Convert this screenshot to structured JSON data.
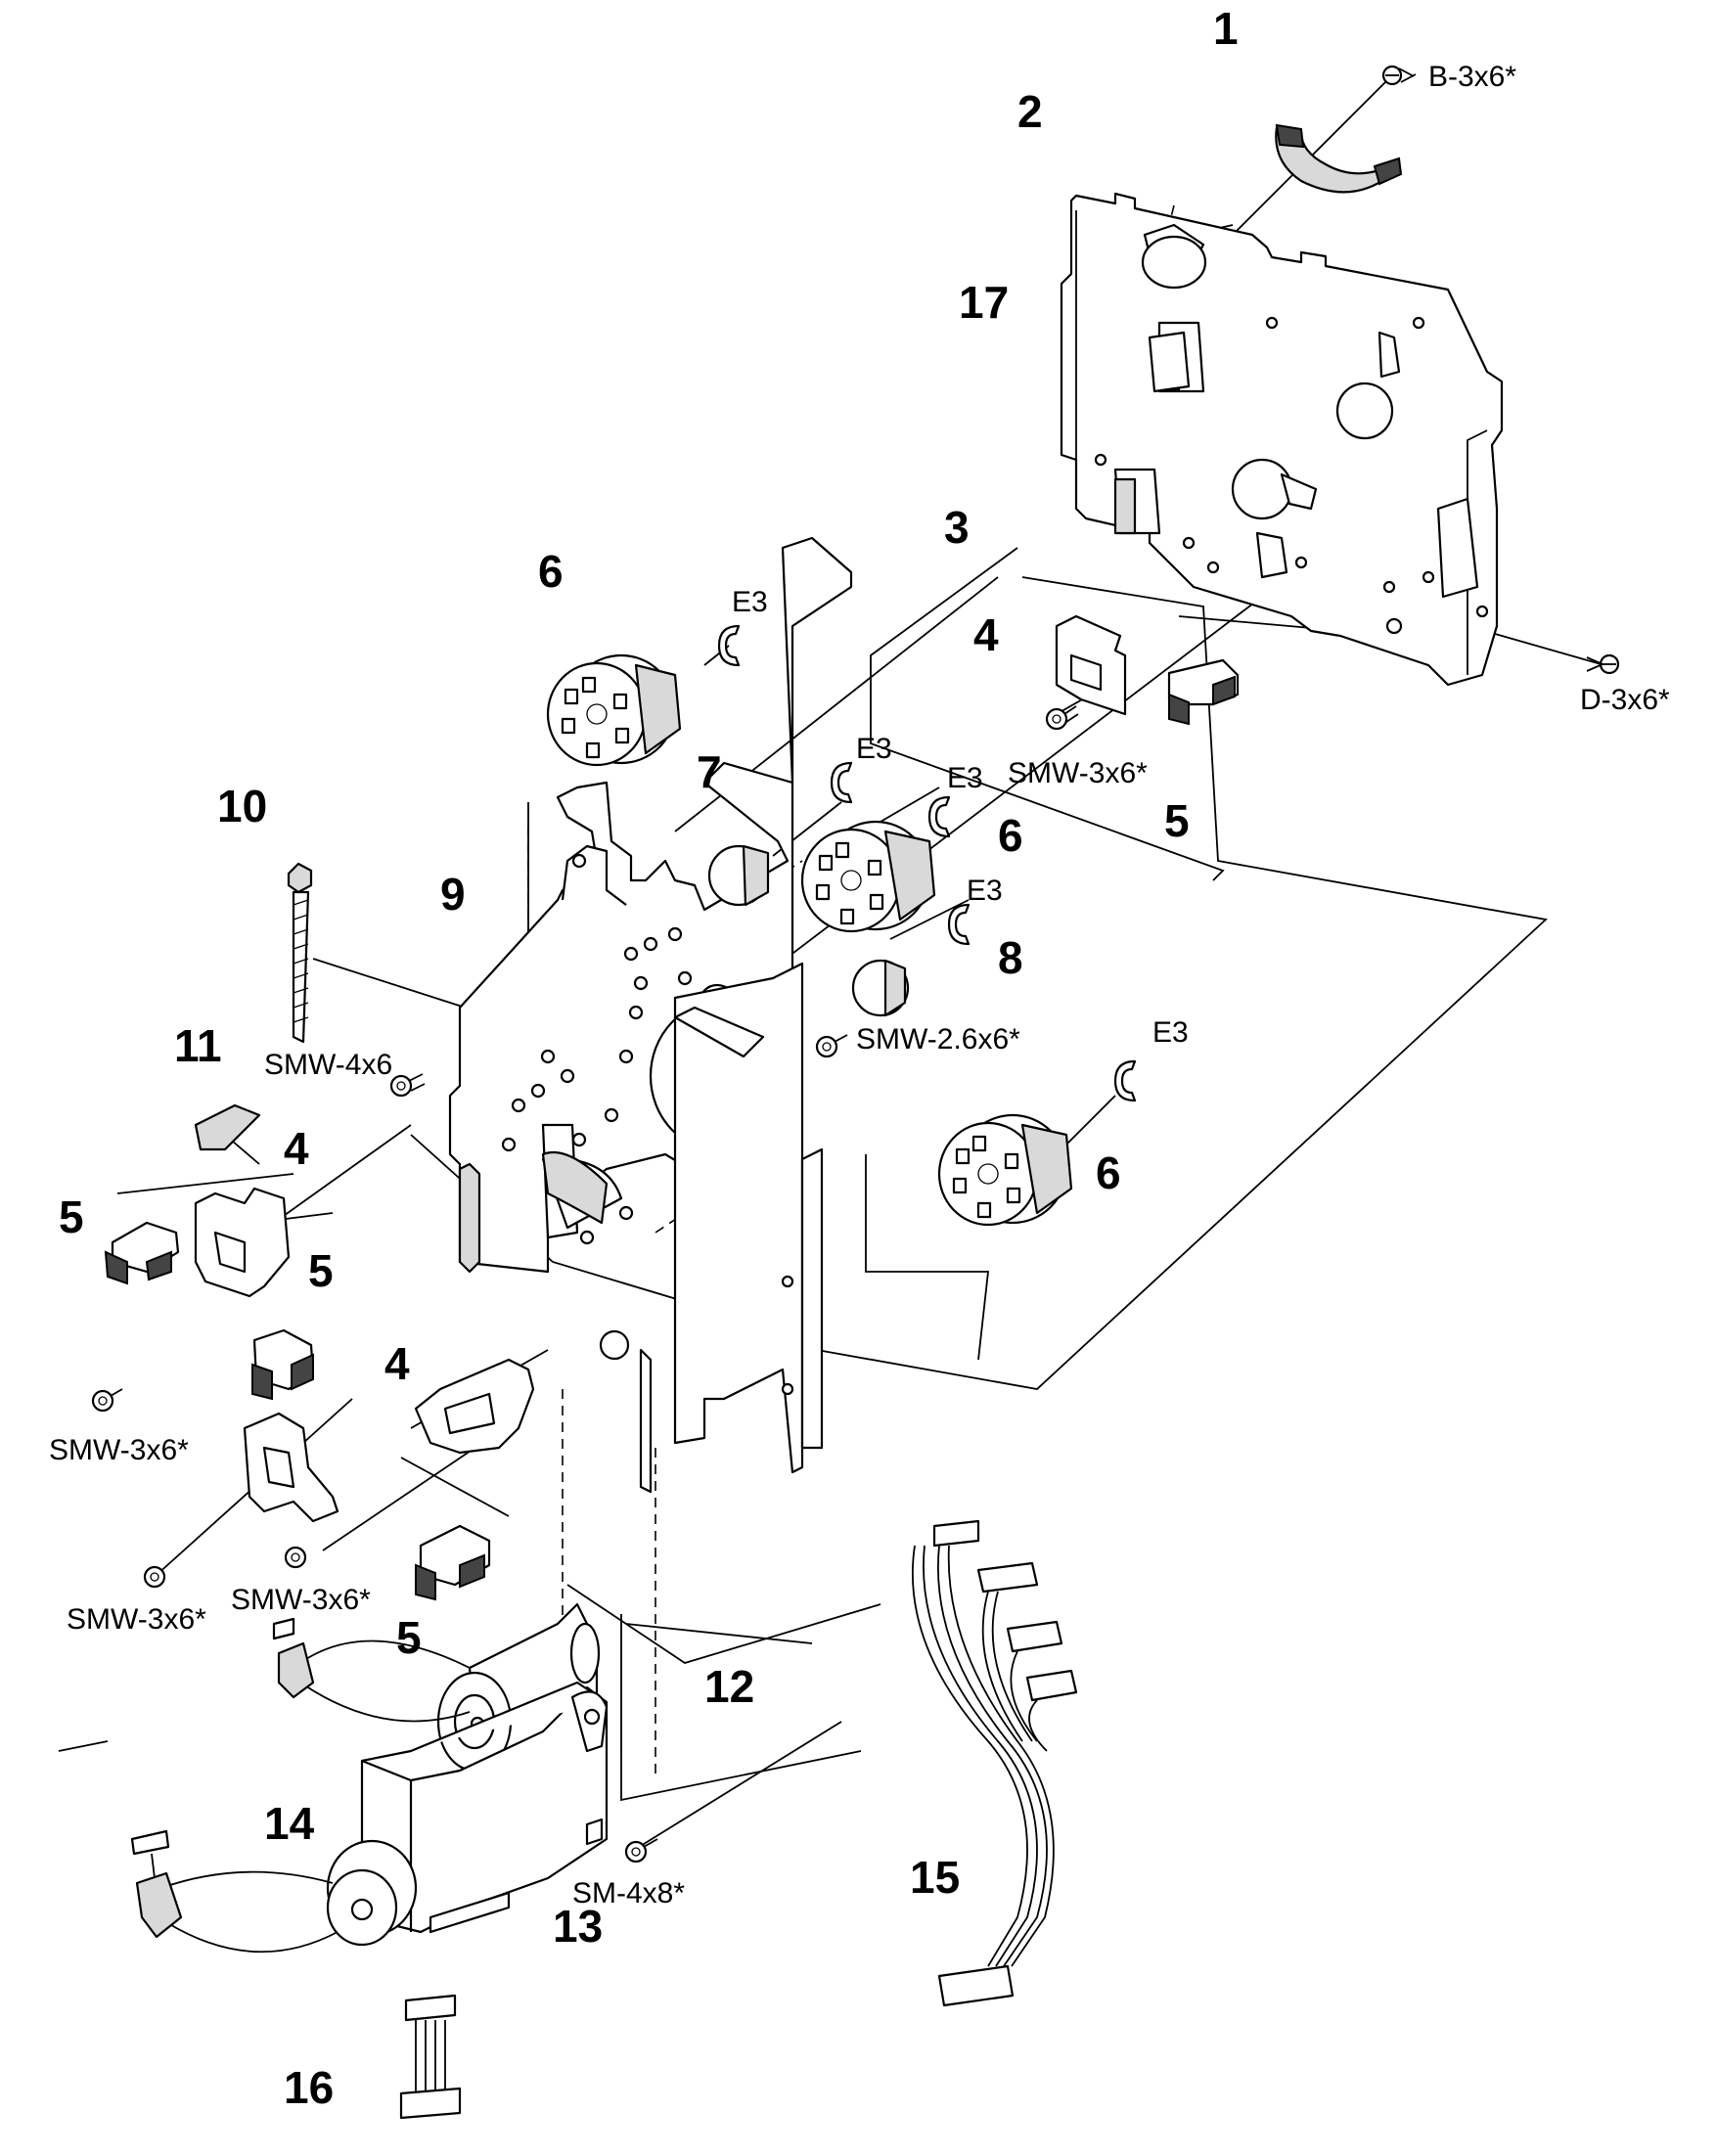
{
  "callouts": {
    "c1": "1",
    "c2": "2",
    "c3": "3",
    "c4a": "4",
    "c4b": "4",
    "c4c": "4",
    "c5a": "5",
    "c5b": "5",
    "c5c": "5",
    "c5d": "5",
    "c6a": "6",
    "c6b": "6",
    "c6c": "6",
    "c7": "7",
    "c8": "8",
    "c9": "9",
    "c10": "10",
    "c11": "11",
    "c12": "12",
    "c13": "13",
    "c14": "14",
    "c15": "15",
    "c16": "16",
    "c17": "17"
  },
  "hardware": {
    "b3x6": "B-3x6*",
    "d3x6": "D-3x6*",
    "smw3x6_top": "SMW-3x6*",
    "smw4x6": "SMW-4x6",
    "smw26x6": "SMW-2.6x6*",
    "smw3x6_left": "SMW-3x6*",
    "smw3x6_bl": "SMW-3x6*",
    "smw3x6_bm": "SMW-3x6*",
    "sm4x8": "SM-4x8*",
    "e3_a": "E3",
    "e3_b": "E3",
    "e3_c": "E3",
    "e3_d": "E3",
    "e3_e": "E3"
  },
  "icons": {
    "screw": "screw-icon",
    "eclip": "e-ring-icon",
    "gear": "gear-icon",
    "sensor": "photo-sensor-icon",
    "motor": "motor-icon"
  }
}
